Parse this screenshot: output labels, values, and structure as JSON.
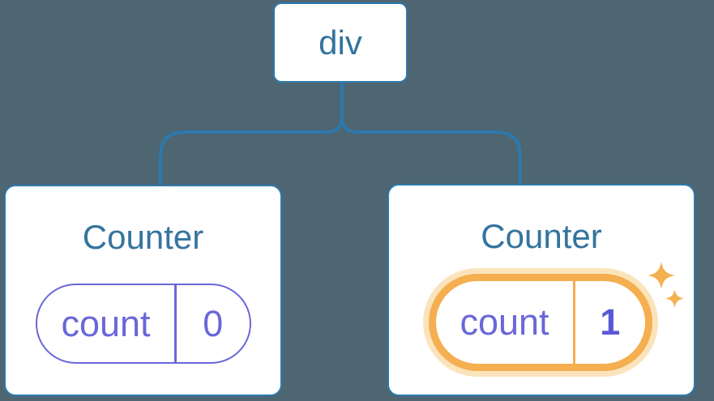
{
  "diagram": {
    "background": "#4d6672",
    "connector_color": "#2d79ae",
    "root": {
      "label": "div"
    },
    "children": [
      {
        "title": "Counter",
        "pill": {
          "key": "count",
          "value": "0"
        },
        "highlighted": false
      },
      {
        "title": "Counter",
        "pill": {
          "key": "count",
          "value": "1"
        },
        "highlighted": true,
        "sparkle_icons": [
          "sparkle-large-icon",
          "sparkle-small-icon"
        ]
      }
    ],
    "colors": {
      "card_background": "#ffffff",
      "card_border": "#2d79ae",
      "title_text": "#35749e",
      "pill_border": "#6a67d8",
      "pill_text": "#6a67d8",
      "pill_value_bold_text": "#5b58d8",
      "highlight_ring": "#f5ae50",
      "highlight_glow": "#fbe4bc",
      "sparkle": "#f5b04f"
    }
  }
}
